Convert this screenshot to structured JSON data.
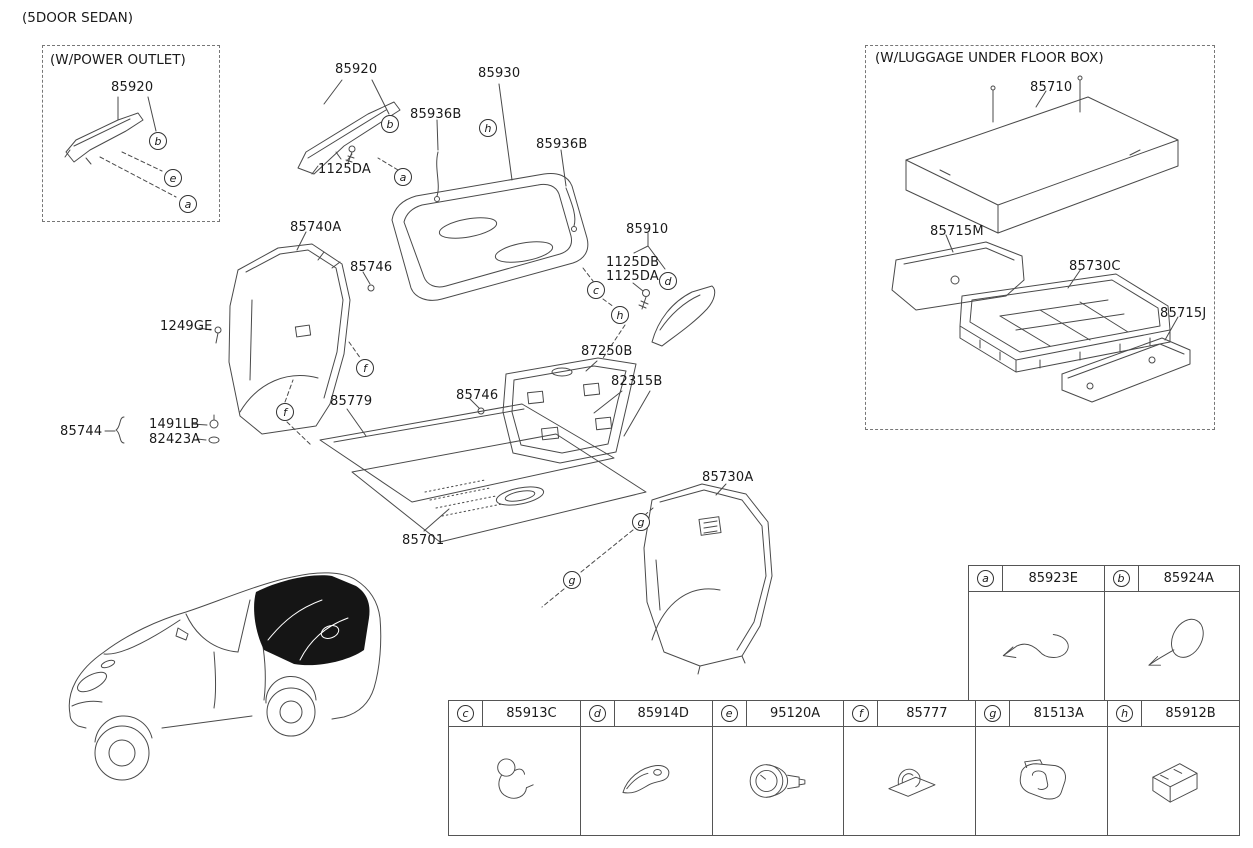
{
  "page_title": "(5DOOR SEDAN)",
  "power_outlet_inset": {
    "title": "(W/POWER OUTLET)",
    "part": "85920",
    "callouts": [
      {
        "letter": "b"
      },
      {
        "letter": "e"
      },
      {
        "letter": "a"
      }
    ]
  },
  "luggage_inset": {
    "title": "(W/LUGGAGE UNDER FLOOR BOX)",
    "parts": [
      {
        "text": "85710"
      },
      {
        "text": "85715M"
      },
      {
        "text": "85730C"
      },
      {
        "text": "85715J"
      }
    ]
  },
  "labels": [
    {
      "text": "85920"
    },
    {
      "text": "85930"
    },
    {
      "text": "85936B"
    },
    {
      "text": "85936B"
    },
    {
      "text": "1125DA"
    },
    {
      "text": "85740A"
    },
    {
      "text": "85746"
    },
    {
      "text": "1249GE"
    },
    {
      "text": "85910"
    },
    {
      "text": "1125DB"
    },
    {
      "text": "1125DA"
    },
    {
      "text": "87250B"
    },
    {
      "text": "82315B"
    },
    {
      "text": "85746"
    },
    {
      "text": "85779"
    },
    {
      "text": "85744"
    },
    {
      "text": "1491LB"
    },
    {
      "text": "82423A"
    },
    {
      "text": "85701"
    },
    {
      "text": "85730A"
    }
  ],
  "callouts": [
    {
      "letter": "b"
    },
    {
      "letter": "a"
    },
    {
      "letter": "h"
    },
    {
      "letter": "c"
    },
    {
      "letter": "d"
    },
    {
      "letter": "h"
    },
    {
      "letter": "f"
    },
    {
      "letter": "f"
    },
    {
      "letter": "g"
    },
    {
      "letter": "g"
    }
  ],
  "legend": {
    "top_cells": [
      {
        "letter": "a",
        "part": "85923E",
        "icon": "trim-clip-arrow-icon"
      },
      {
        "letter": "b",
        "part": "85924A",
        "icon": "disc-fastener-arrow-icon"
      }
    ],
    "bottom_cells": [
      {
        "letter": "c",
        "part": "85913C",
        "icon": "hook-clip-icon"
      },
      {
        "letter": "d",
        "part": "85914D",
        "icon": "curved-clip-icon"
      },
      {
        "letter": "e",
        "part": "95120A",
        "icon": "power-outlet-socket-icon"
      },
      {
        "letter": "f",
        "part": "85777",
        "icon": "luggage-hook-icon"
      },
      {
        "letter": "g",
        "part": "81513A",
        "icon": "covered-hook-icon"
      },
      {
        "letter": "h",
        "part": "85912B",
        "icon": "module-box-icon"
      }
    ]
  }
}
